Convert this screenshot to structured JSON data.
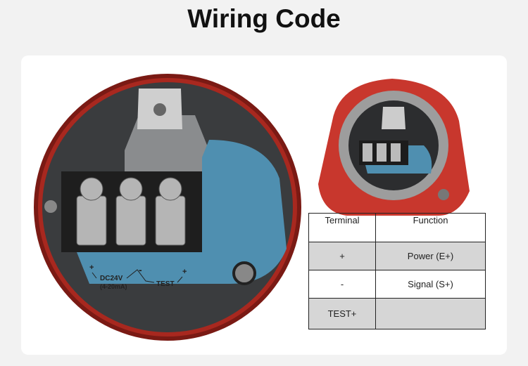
{
  "title": "Wiring Code",
  "photo_labels": {
    "plus_left": "+",
    "dc": "DC24V",
    "ma": "(4-20mA)",
    "minus": "-",
    "test": "TEST",
    "plus_right": "+"
  },
  "table": {
    "headers": [
      "Terminal",
      "Function"
    ],
    "rows": [
      {
        "terminal": "+",
        "function": "Power (E+)"
      },
      {
        "terminal": "-",
        "function": "Signal (S+)"
      },
      {
        "terminal": "TEST+",
        "function": ""
      }
    ]
  },
  "colors": {
    "housing_red": "#c8372d",
    "panel_blue": "#4f8fb0"
  }
}
